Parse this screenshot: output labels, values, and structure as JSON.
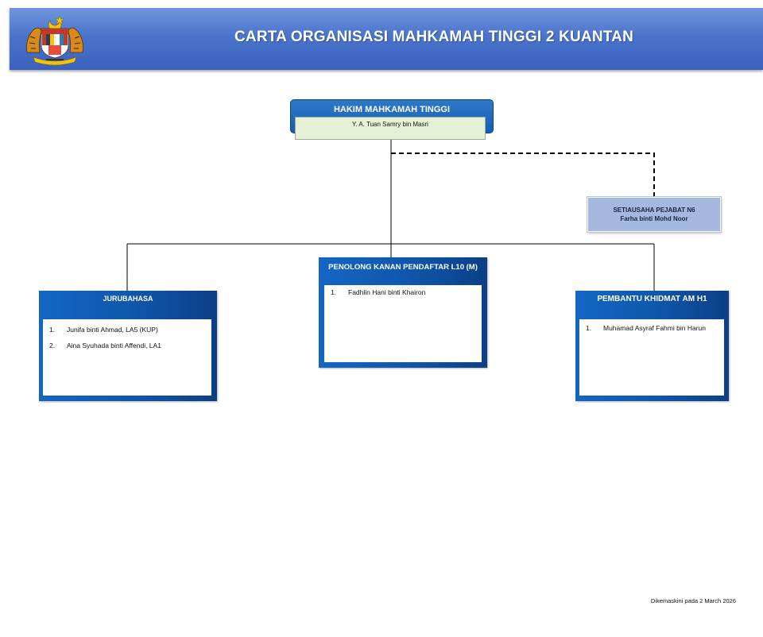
{
  "header": {
    "title": "CARTA ORGANISASI MAHKAMAH TINGGI 2 KUANTAN",
    "logo_icon": "malaysia-coat-of-arms-icon"
  },
  "top": {
    "title": "HAKIM MAHKAMAH TINGGI",
    "name": "Y. A. Tuan Samry bin Masri"
  },
  "secretary": {
    "title": "SETIAUSAHA PEJABAT N6",
    "name": "Farha binti  Mohd  Noor"
  },
  "departments": [
    {
      "title": "JURUBAHASA",
      "items": [
        {
          "num": "1.",
          "text": "Junifa binti Ahmad, LA5 (KUP)"
        },
        {
          "num": "2.",
          "text": "Aina Syuhada binti Affendi, LA1"
        }
      ]
    },
    {
      "title": "PENOLONG KANAN PENDAFTAR L10 (M)",
      "items": [
        {
          "num": "1.",
          "text": "Fadhlin Hani binti Khairon"
        }
      ]
    },
    {
      "title": "PEMBANTU KHIDMAT AM H1",
      "items": [
        {
          "num": "1.",
          "text": "Muhamad Asyraf Fahmi bin Harun"
        }
      ]
    }
  ],
  "footer": {
    "updated": "Dikemaskini pada  2 March 2026"
  },
  "colors": {
    "header_blue": "#4a74cc",
    "box_blue": "#1466c4",
    "name_green": "#e6f0d6",
    "secretary_blue": "#a5b9e0"
  }
}
